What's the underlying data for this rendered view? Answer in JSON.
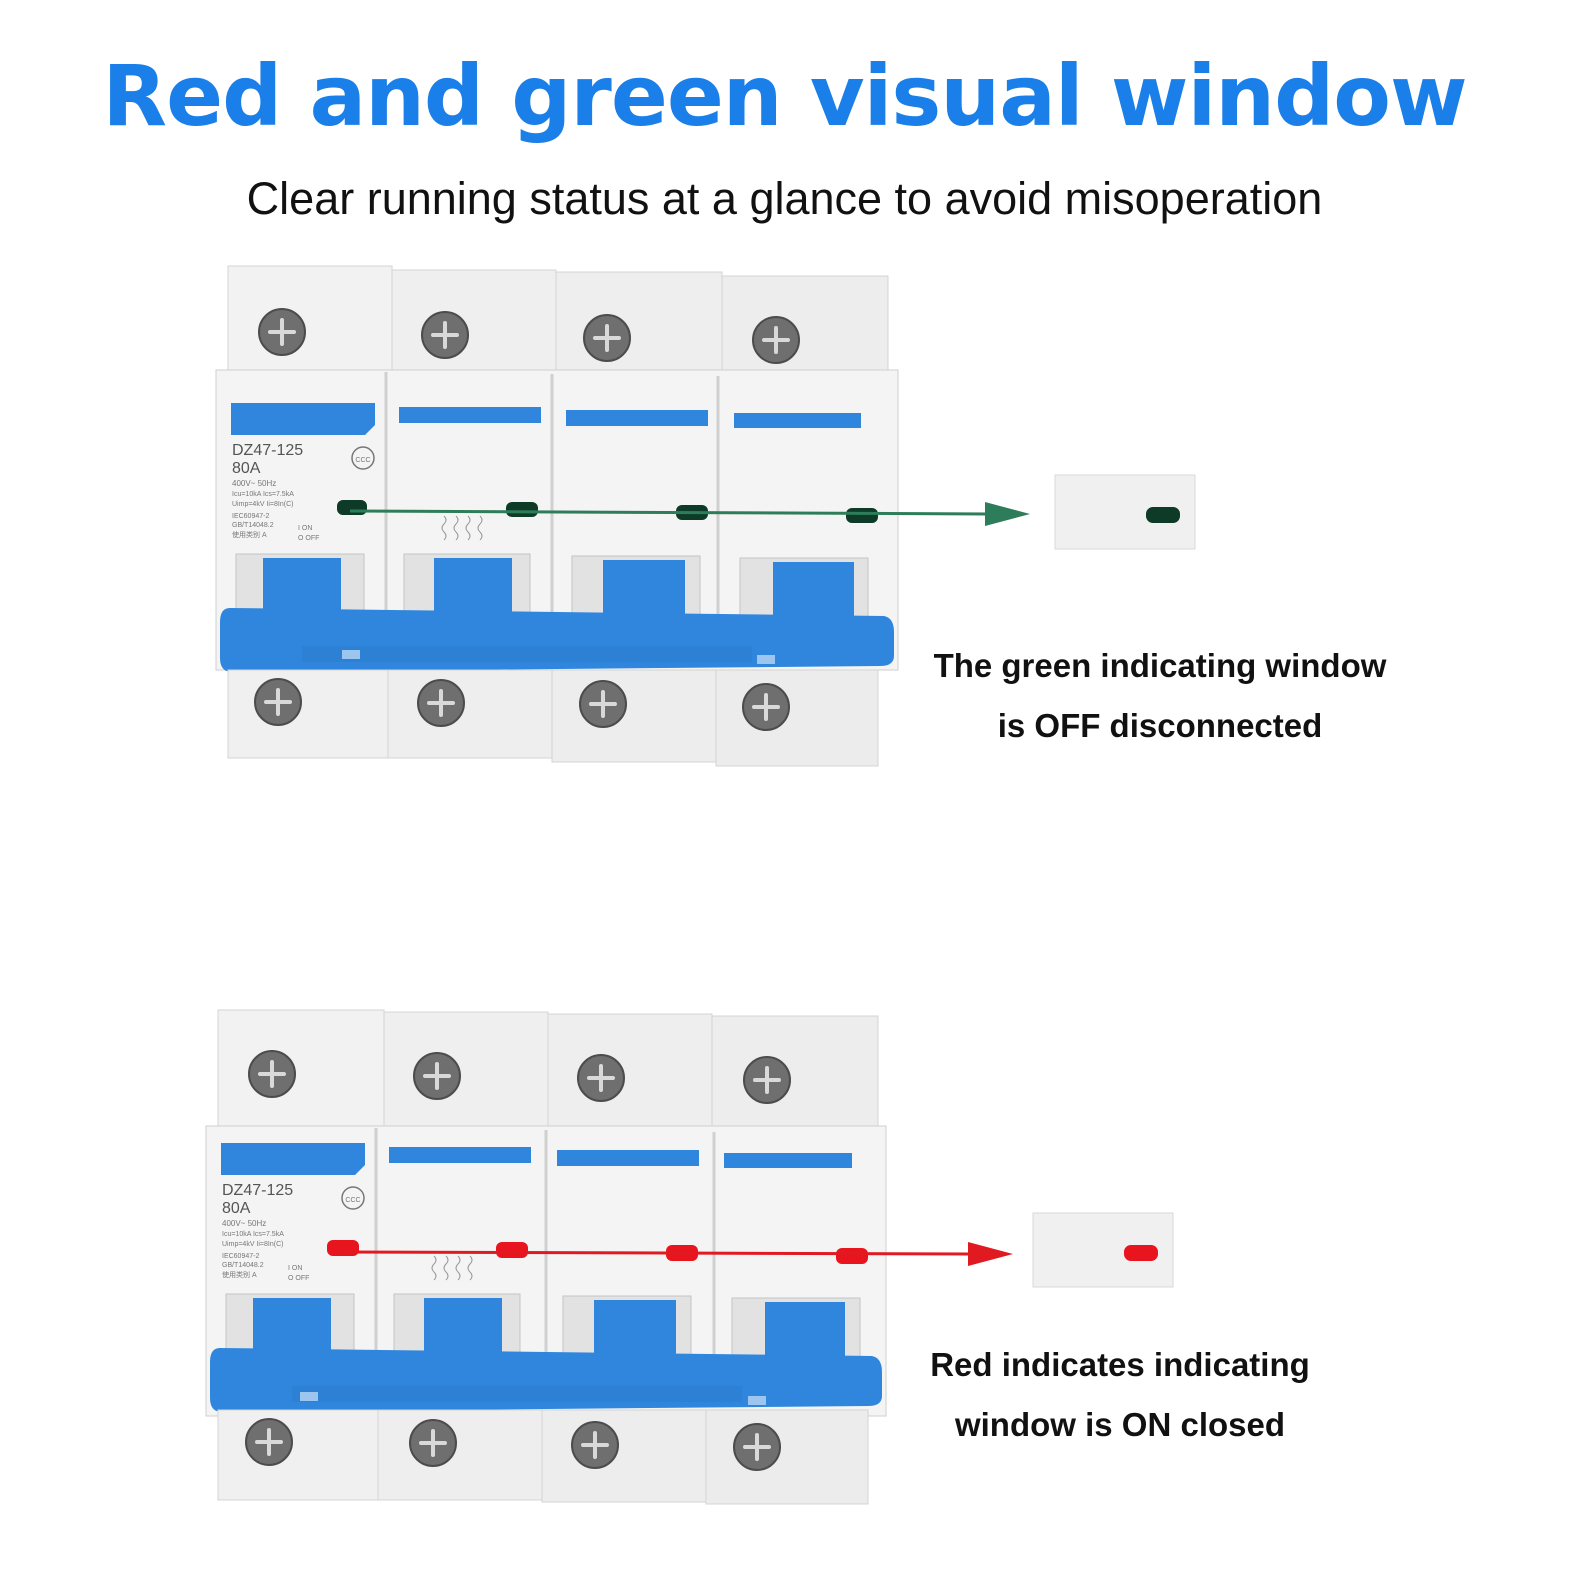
{
  "header": {
    "title": "Red and green visual window",
    "subtitle": "Clear running status at a glance to avoid misoperation"
  },
  "colors": {
    "title_blue": "#1a7fe8",
    "breaker_blue": "#2f86dc",
    "body_white": "#ededed",
    "green_indicator": "#0e3b27",
    "green_arrow": "#2e7d5a",
    "red_indicator": "#e8141e",
    "red_arrow": "#e11a22"
  },
  "label": {
    "model": "DZ47-125",
    "rating": "80A",
    "spec_lines": [
      "400V~ 50Hz",
      "Icu=10kA  Ics=7.5kA",
      "Uimp=4kV  Ii=8In(C)",
      "IEC60947-2",
      "GB/T14048.2",
      "使用类别 A"
    ],
    "on_text": "I ON",
    "off_text": "O OFF",
    "cert_mark": "CCC"
  },
  "panels": [
    {
      "state": "green",
      "caption_lines": [
        "The green indicating window",
        "is OFF disconnected"
      ]
    },
    {
      "state": "red",
      "caption_lines": [
        "Red indicates indicating",
        "window is ON closed"
      ]
    }
  ]
}
